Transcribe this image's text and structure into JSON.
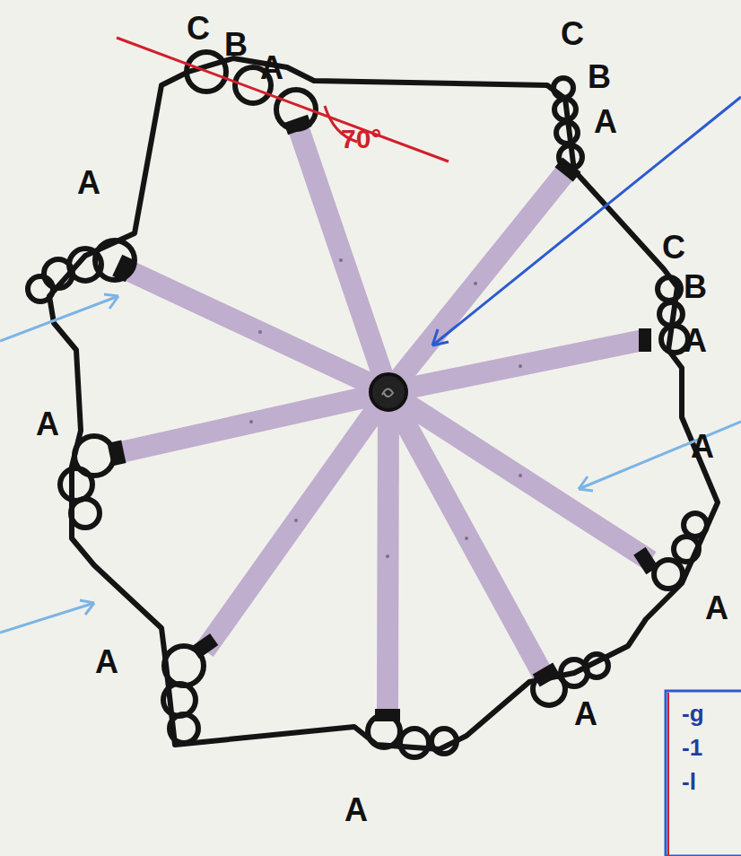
{
  "diagram": {
    "labels": [
      "C",
      "B",
      "A",
      "C",
      "B",
      "A",
      "C",
      "B",
      "A",
      "A",
      "A",
      "A",
      "A",
      "A",
      "A",
      "A",
      "70°",
      "-g",
      "-1",
      "-l"
    ]
  }
}
